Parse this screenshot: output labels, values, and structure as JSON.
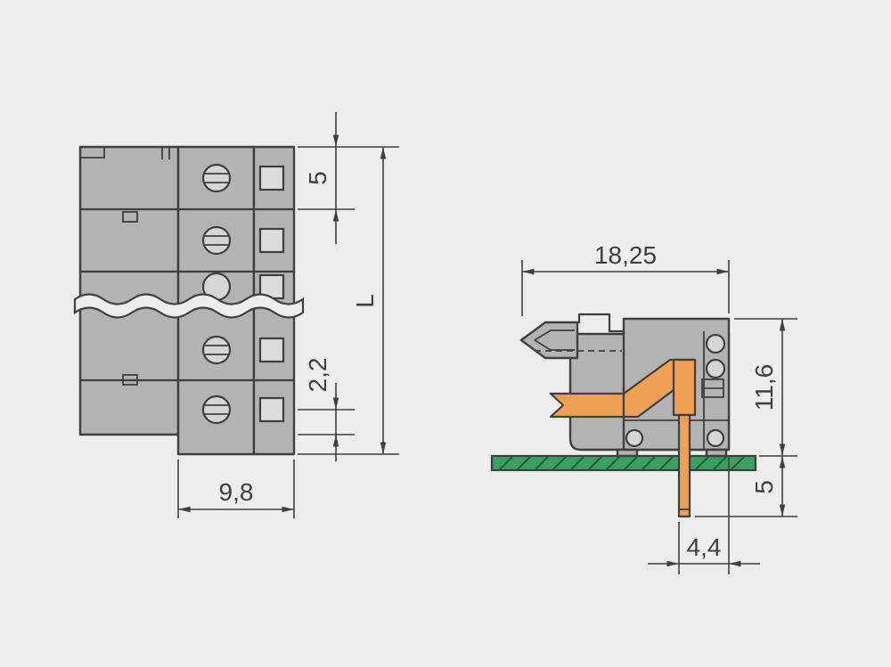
{
  "drawing": {
    "type": "technical-dimension-drawing",
    "subject": "multi-pole female connector, front view with break and side section view on PCB",
    "views": {
      "front": {
        "dims": {
          "pitch": "5",
          "length": "L",
          "offset": "2,2",
          "depth": "9,8"
        }
      },
      "side": {
        "dims": {
          "width": "18,25",
          "height": "11,6",
          "pin_length": "5",
          "pin_offset": "4,4"
        }
      }
    }
  },
  "colors": {
    "background": "#ededed",
    "line": "#3f3f3f",
    "body": "#b3b3b3",
    "body_light": "#d6d6d6",
    "square": "#dcdcdc",
    "contact": "#f0a054",
    "pcb_green": "#3aa060",
    "pcb_hatch": "#1e5c38"
  }
}
